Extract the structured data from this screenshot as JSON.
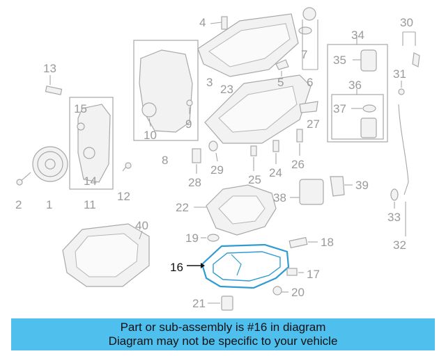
{
  "diagram": {
    "callouts": [
      {
        "id": "1",
        "label": "1"
      },
      {
        "id": "2",
        "label": "2"
      },
      {
        "id": "3",
        "label": "3"
      },
      {
        "id": "4",
        "label": "4"
      },
      {
        "id": "5",
        "label": "5"
      },
      {
        "id": "6",
        "label": "6"
      },
      {
        "id": "7",
        "label": "7"
      },
      {
        "id": "8",
        "label": "8"
      },
      {
        "id": "9",
        "label": "9"
      },
      {
        "id": "10",
        "label": "10"
      },
      {
        "id": "11",
        "label": "11"
      },
      {
        "id": "12",
        "label": "12"
      },
      {
        "id": "13",
        "label": "13"
      },
      {
        "id": "14",
        "label": "14"
      },
      {
        "id": "15",
        "label": "15"
      },
      {
        "id": "16",
        "label": "16",
        "highlighted": true
      },
      {
        "id": "17",
        "label": "17"
      },
      {
        "id": "18",
        "label": "18"
      },
      {
        "id": "19",
        "label": "19"
      },
      {
        "id": "20",
        "label": "20"
      },
      {
        "id": "21",
        "label": "21"
      },
      {
        "id": "22",
        "label": "22"
      },
      {
        "id": "23",
        "label": "23"
      },
      {
        "id": "24",
        "label": "24"
      },
      {
        "id": "25",
        "label": "25"
      },
      {
        "id": "26",
        "label": "26"
      },
      {
        "id": "27",
        "label": "27"
      },
      {
        "id": "28",
        "label": "28"
      },
      {
        "id": "29",
        "label": "29"
      },
      {
        "id": "30",
        "label": "30"
      },
      {
        "id": "31",
        "label": "31"
      },
      {
        "id": "32",
        "label": "32"
      },
      {
        "id": "33",
        "label": "33"
      },
      {
        "id": "34",
        "label": "34"
      },
      {
        "id": "35",
        "label": "35"
      },
      {
        "id": "36",
        "label": "36"
      },
      {
        "id": "37",
        "label": "37"
      },
      {
        "id": "38",
        "label": "38"
      },
      {
        "id": "39",
        "label": "39"
      },
      {
        "id": "40",
        "label": "40"
      }
    ],
    "highlight_color": "#4fbfee",
    "line_color": "#a6a6a6"
  },
  "banner": {
    "line1": "Part or sub-assembly is #16 in diagram",
    "line2": "Diagram may not be specific to your vehicle",
    "color": "#4fbfee"
  }
}
